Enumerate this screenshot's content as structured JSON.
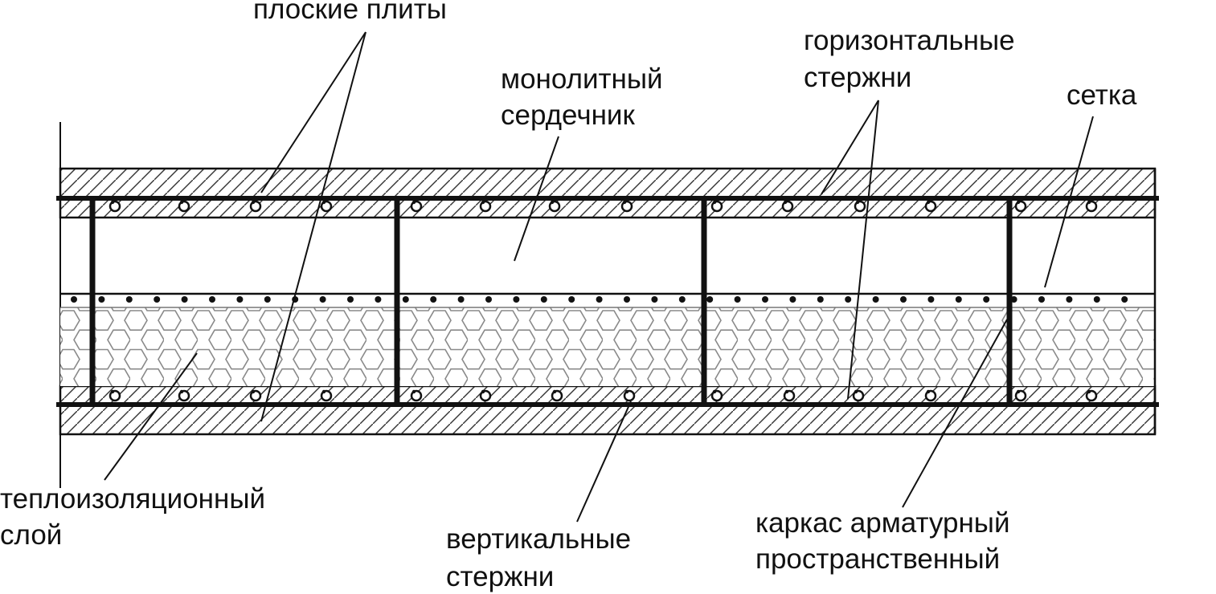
{
  "labels": {
    "flat_plates": "плоские плиты",
    "monolithic_core_1": "монолитный",
    "monolithic_core_2": "сердечник",
    "horizontal_rods_1": "горизонтальные",
    "horizontal_rods_2": "стержни",
    "mesh": "сетка",
    "insulation_1": "теплоизоляционный",
    "insulation_2": "слой",
    "vertical_rods_1": "вертикальные",
    "vertical_rods_2": "стержни",
    "frame_1": "каркас арматурный",
    "frame_2": "пространственный"
  },
  "colors": {
    "ink": "#111111",
    "hatch": "#333333",
    "cell": "#8a8a8a",
    "background": "#ffffff"
  }
}
